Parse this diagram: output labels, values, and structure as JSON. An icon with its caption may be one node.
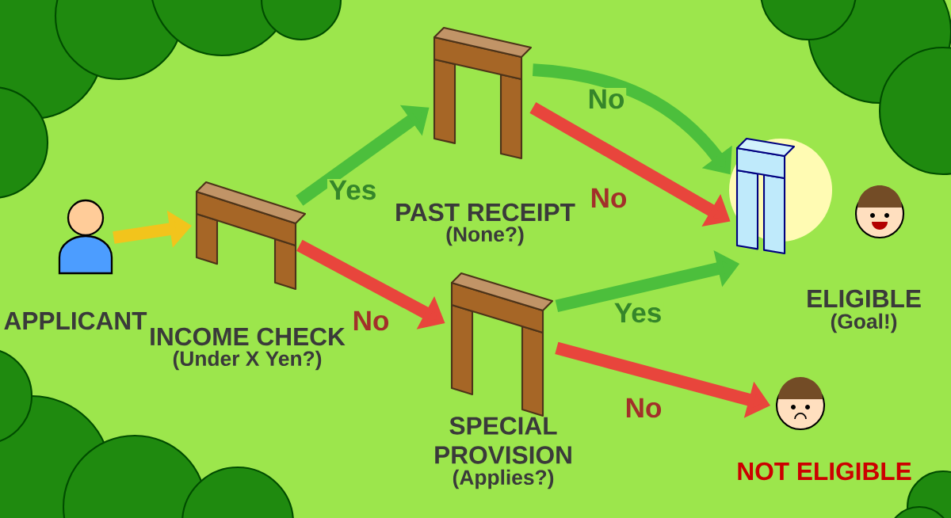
{
  "diagram": {
    "nodes": [
      {
        "text": [
          "APPLICANT"
        ]
      },
      {
        "text": [
          "INCOME CHECK",
          "(Under X Yen?)"
        ]
      },
      {
        "text": [
          "PAST RECEIPT",
          "(None?)"
        ]
      },
      {
        "text": [
          "SPECIAL PROVISION",
          "(Applies?)"
        ]
      },
      {
        "text": [
          "ELIGIBLE",
          "(Goal!)"
        ]
      },
      {
        "text": [
          "NOT ELIGIBLE"
        ]
      }
    ],
    "edges": [
      {
        "from": 0,
        "to": 1,
        "arrow": "to",
        "color": "#f2c41c"
      },
      {
        "from": 1,
        "to": 2,
        "arrow": "to",
        "label": "Yes",
        "color": "#4cbf3c"
      },
      {
        "from": 1,
        "to": 3,
        "arrow": "to",
        "label": "No",
        "color": "#e8453c"
      },
      {
        "from": 2,
        "to": 4,
        "arrow": "to",
        "label": "No",
        "color": "#4cbf3c"
      },
      {
        "from": 2,
        "to": 4,
        "arrow": "to",
        "label": "No",
        "color": "#e8453c"
      },
      {
        "from": 3,
        "to": 4,
        "arrow": "to",
        "label": "Yes",
        "color": "#4cbf3c"
      },
      {
        "from": 3,
        "to": 5,
        "arrow": "to",
        "label": "No",
        "color": "#e8453c"
      }
    ]
  }
}
